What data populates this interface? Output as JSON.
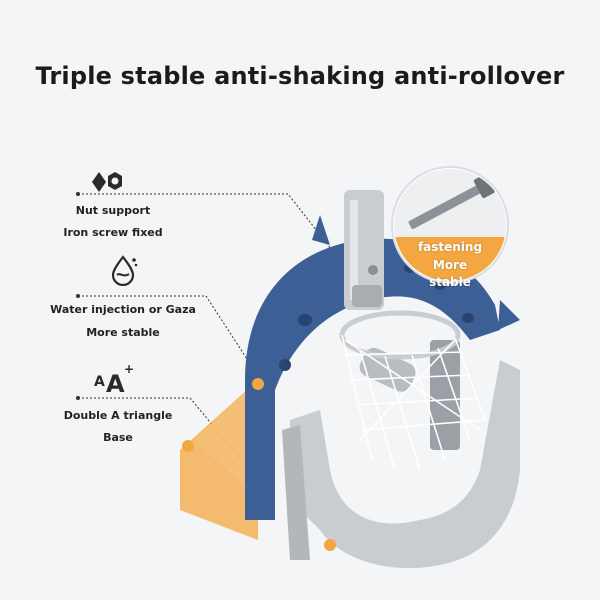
{
  "headline": "Triple stable anti-shaking anti-rollover",
  "features": [
    {
      "icon": "nut-bolt-icon",
      "line1": "Nut support",
      "line2": "Iron screw fixed"
    },
    {
      "icon": "water-drop-icon",
      "line1": "Water injection or Gaza",
      "line2": "More stable"
    },
    {
      "icon": "letter-a-icon",
      "line1": "Double A triangle",
      "line2": "Base"
    }
  ],
  "callout": {
    "line1": "fastening",
    "line2": "More",
    "line3": "stable"
  },
  "colors": {
    "accent_orange": "#f4a640",
    "frame_blue": "#3c5f95",
    "frame_gray": "#c9ccd0",
    "text_dark": "#1b1b1b"
  }
}
